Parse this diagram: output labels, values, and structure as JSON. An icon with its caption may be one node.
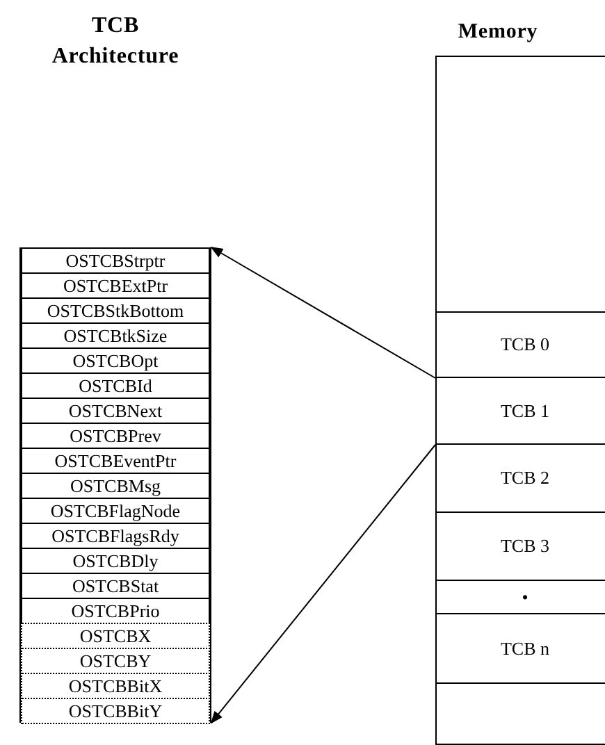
{
  "diagram": {
    "nodes": [
      {
        "text": [
          "TCB Architecture"
        ]
      },
      {
        "text": [
          "OSTCBStrptr"
        ],
        "in": 0
      },
      {
        "text": [
          "OSTCBExtPtr"
        ],
        "in": 0
      },
      {
        "text": [
          "OSTCBStkBottom"
        ],
        "in": 0
      },
      {
        "text": [
          "OSTCBtkSize"
        ],
        "in": 0
      },
      {
        "text": [
          "OSTCBOpt"
        ],
        "in": 0
      },
      {
        "text": [
          "OSTCBId"
        ],
        "in": 0
      },
      {
        "text": [
          "OSTCBNext"
        ],
        "in": 0
      },
      {
        "text": [
          "OSTCBPrev"
        ],
        "in": 0
      },
      {
        "text": [
          "OSTCBEventPtr"
        ],
        "in": 0
      },
      {
        "text": [
          "OSTCBMsg"
        ],
        "in": 0
      },
      {
        "text": [
          "OSTCBFlagNode"
        ],
        "in": 0
      },
      {
        "text": [
          "OSTCBFlagsRdy"
        ],
        "in": 0
      },
      {
        "text": [
          "OSTCBDly"
        ],
        "in": 0
      },
      {
        "text": [
          "OSTCBStat"
        ],
        "in": 0
      },
      {
        "text": [
          "OSTCBPrio"
        ],
        "in": 0
      },
      {
        "text": [
          "OSTCBX"
        ],
        "in": 0
      },
      {
        "text": [
          "OSTCBY"
        ],
        "in": 0
      },
      {
        "text": [
          "OSTCBBitX"
        ],
        "in": 0
      },
      {
        "text": [
          "OSTCBBitY"
        ],
        "in": 0
      },
      {
        "text": [
          "Memory"
        ]
      },
      {
        "text": [],
        "shape": "box",
        "in": 20
      },
      {
        "text": [
          "TCB 0"
        ],
        "in": 20
      },
      {
        "text": [
          "TCB 1"
        ],
        "in": 20
      },
      {
        "text": [
          "TCB 2"
        ],
        "in": 20
      },
      {
        "text": [
          "TCB 3"
        ],
        "in": 20
      },
      {
        "text": [
          "•"
        ],
        "in": 20
      },
      {
        "text": [
          "TCB n"
        ],
        "in": 20
      },
      {
        "text": [],
        "shape": "box",
        "in": 20
      }
    ],
    "edges": [
      {
        "from": 23,
        "to": 0,
        "arrow": "to"
      },
      {
        "from": 23,
        "to": 0,
        "arrow": "to"
      }
    ]
  }
}
